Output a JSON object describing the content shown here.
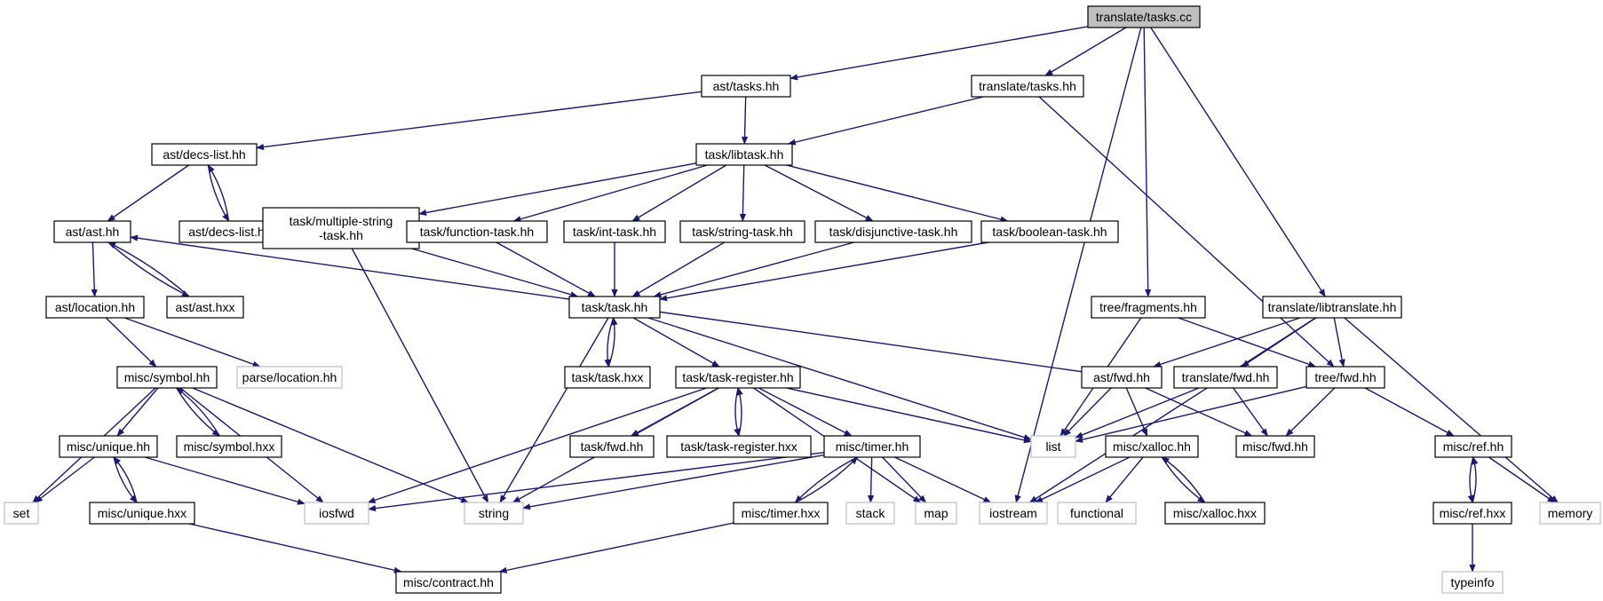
{
  "colors": {
    "edge": "#191970",
    "node_border": "#000000",
    "external_border": "#bfbfbf",
    "root_fill": "#bfbfbf",
    "node_fill": "#ffffff"
  },
  "nodes": [
    {
      "id": "n_root",
      "label": "translate/tasks.cc",
      "kind": "root"
    },
    {
      "id": "n_ast_tasks",
      "label": "ast/tasks.hh",
      "kind": "internal"
    },
    {
      "id": "n_tr_tasks",
      "label": "translate/tasks.hh",
      "kind": "internal"
    },
    {
      "id": "n_decs_list",
      "label": "ast/decs-list.hh",
      "kind": "internal"
    },
    {
      "id": "n_libtask",
      "label": "task/libtask.hh",
      "kind": "internal"
    },
    {
      "id": "n_ast_hh",
      "label": "ast/ast.hh",
      "kind": "internal"
    },
    {
      "id": "n_decs_hxx",
      "label": "ast/decs-list.hxx",
      "kind": "internal"
    },
    {
      "id": "n_multi",
      "label": "task/multiple-string\n-task.hh",
      "kind": "internal"
    },
    {
      "id": "n_func",
      "label": "task/function-task.hh",
      "kind": "internal"
    },
    {
      "id": "n_int",
      "label": "task/int-task.hh",
      "kind": "internal"
    },
    {
      "id": "n_string_task",
      "label": "task/string-task.hh",
      "kind": "internal"
    },
    {
      "id": "n_disj",
      "label": "task/disjunctive-task.hh",
      "kind": "internal"
    },
    {
      "id": "n_bool",
      "label": "task/boolean-task.hh",
      "kind": "internal"
    },
    {
      "id": "n_location",
      "label": "ast/location.hh",
      "kind": "internal"
    },
    {
      "id": "n_ast_hxx",
      "label": "ast/ast.hxx",
      "kind": "internal"
    },
    {
      "id": "n_task_hh",
      "label": "task/task.hh",
      "kind": "internal"
    },
    {
      "id": "n_fragments",
      "label": "tree/fragments.hh",
      "kind": "internal"
    },
    {
      "id": "n_libtranslate",
      "label": "translate/libtranslate.hh",
      "kind": "internal"
    },
    {
      "id": "n_symbol",
      "label": "misc/symbol.hh",
      "kind": "internal"
    },
    {
      "id": "n_parse_loc",
      "label": "parse/location.hh",
      "kind": "external"
    },
    {
      "id": "n_task_hxx",
      "label": "task/task.hxx",
      "kind": "internal"
    },
    {
      "id": "n_task_reg",
      "label": "task/task-register.hh",
      "kind": "internal"
    },
    {
      "id": "n_ast_fwd",
      "label": "ast/fwd.hh",
      "kind": "internal"
    },
    {
      "id": "n_tr_fwd",
      "label": "translate/fwd.hh",
      "kind": "internal"
    },
    {
      "id": "n_tree_fwd",
      "label": "tree/fwd.hh",
      "kind": "internal"
    },
    {
      "id": "n_unique",
      "label": "misc/unique.hh",
      "kind": "internal"
    },
    {
      "id": "n_symbol_hxx",
      "label": "misc/symbol.hxx",
      "kind": "internal"
    },
    {
      "id": "n_task_fwd",
      "label": "task/fwd.hh",
      "kind": "internal"
    },
    {
      "id": "n_task_reg_hxx",
      "label": "task/task-register.hxx",
      "kind": "internal"
    },
    {
      "id": "n_timer",
      "label": "misc/timer.hh",
      "kind": "internal"
    },
    {
      "id": "n_list",
      "label": "list",
      "kind": "external"
    },
    {
      "id": "n_xalloc",
      "label": "misc/xalloc.hh",
      "kind": "internal"
    },
    {
      "id": "n_misc_fwd",
      "label": "misc/fwd.hh",
      "kind": "internal"
    },
    {
      "id": "n_ref",
      "label": "misc/ref.hh",
      "kind": "internal"
    },
    {
      "id": "n_set",
      "label": "set",
      "kind": "external"
    },
    {
      "id": "n_unique_hxx",
      "label": "misc/unique.hxx",
      "kind": "internal"
    },
    {
      "id": "n_iosfwd",
      "label": "iosfwd",
      "kind": "external"
    },
    {
      "id": "n_string",
      "label": "string",
      "kind": "external"
    },
    {
      "id": "n_timer_hxx",
      "label": "misc/timer.hxx",
      "kind": "internal"
    },
    {
      "id": "n_stack",
      "label": "stack",
      "kind": "external"
    },
    {
      "id": "n_map",
      "label": "map",
      "kind": "external"
    },
    {
      "id": "n_iostream",
      "label": "iostream",
      "kind": "external"
    },
    {
      "id": "n_functional",
      "label": "functional",
      "kind": "external"
    },
    {
      "id": "n_xalloc_hxx",
      "label": "misc/xalloc.hxx",
      "kind": "internal"
    },
    {
      "id": "n_ref_hxx",
      "label": "misc/ref.hxx",
      "kind": "internal"
    },
    {
      "id": "n_memory",
      "label": "memory",
      "kind": "external"
    },
    {
      "id": "n_contract",
      "label": "misc/contract.hh",
      "kind": "internal"
    },
    {
      "id": "n_typeinfo",
      "label": "typeinfo",
      "kind": "external"
    }
  ],
  "edges": [
    [
      "n_root",
      "n_ast_tasks"
    ],
    [
      "n_root",
      "n_tr_tasks"
    ],
    [
      "n_root",
      "n_iostream"
    ],
    [
      "n_root",
      "n_fragments"
    ],
    [
      "n_root",
      "n_libtranslate"
    ],
    [
      "n_ast_tasks",
      "n_decs_list"
    ],
    [
      "n_ast_tasks",
      "n_libtask"
    ],
    [
      "n_tr_tasks",
      "n_libtask"
    ],
    [
      "n_tr_tasks",
      "n_tree_fwd"
    ],
    [
      "n_decs_list",
      "n_ast_hh"
    ],
    [
      "n_decs_list",
      "n_decs_hxx"
    ],
    [
      "n_decs_hxx",
      "n_decs_list"
    ],
    [
      "n_libtask",
      "n_multi"
    ],
    [
      "n_libtask",
      "n_func"
    ],
    [
      "n_libtask",
      "n_int"
    ],
    [
      "n_libtask",
      "n_string_task"
    ],
    [
      "n_libtask",
      "n_disj"
    ],
    [
      "n_libtask",
      "n_bool"
    ],
    [
      "n_ast_hh",
      "n_location"
    ],
    [
      "n_ast_hh",
      "n_ast_hxx"
    ],
    [
      "n_ast_hxx",
      "n_ast_hh"
    ],
    [
      "n_ast_tasks",
      "n_decs_list"
    ],
    [
      "n_multi",
      "n_task_hh"
    ],
    [
      "n_multi",
      "n_string"
    ],
    [
      "n_func",
      "n_task_hh"
    ],
    [
      "n_int",
      "n_task_hh"
    ],
    [
      "n_string_task",
      "n_task_hh"
    ],
    [
      "n_disj",
      "n_task_hh"
    ],
    [
      "n_bool",
      "n_task_hh"
    ],
    [
      "n_location",
      "n_symbol"
    ],
    [
      "n_location",
      "n_parse_loc"
    ],
    [
      "n_task_hh",
      "n_task_hxx"
    ],
    [
      "n_task_hxx",
      "n_task_hh"
    ],
    [
      "n_task_hh",
      "n_task_reg"
    ],
    [
      "n_task_hh",
      "n_string"
    ],
    [
      "n_task_hh",
      "n_list"
    ],
    [
      "n_ast_fwd",
      "n_ast_hh"
    ],
    [
      "n_fragments",
      "n_list"
    ],
    [
      "n_fragments",
      "n_tree_fwd"
    ],
    [
      "n_libtranslate",
      "n_ast_fwd"
    ],
    [
      "n_libtranslate",
      "n_tr_fwd"
    ],
    [
      "n_libtranslate",
      "n_tree_fwd"
    ],
    [
      "n_libtranslate",
      "n_iostream"
    ],
    [
      "n_libtranslate",
      "n_memory"
    ],
    [
      "n_symbol",
      "n_unique"
    ],
    [
      "n_symbol",
      "n_symbol_hxx"
    ],
    [
      "n_symbol_hxx",
      "n_symbol"
    ],
    [
      "n_symbol",
      "n_set"
    ],
    [
      "n_symbol",
      "n_iosfwd"
    ],
    [
      "n_symbol",
      "n_string"
    ],
    [
      "n_task_reg",
      "n_task_fwd"
    ],
    [
      "n_task_reg",
      "n_task_reg_hxx"
    ],
    [
      "n_task_reg_hxx",
      "n_task_reg"
    ],
    [
      "n_task_reg",
      "n_timer"
    ],
    [
      "n_task_reg",
      "n_iosfwd"
    ],
    [
      "n_task_reg",
      "n_string"
    ],
    [
      "n_task_reg",
      "n_list"
    ],
    [
      "n_task_reg",
      "n_map"
    ],
    [
      "n_ast_fwd",
      "n_list"
    ],
    [
      "n_ast_fwd",
      "n_xalloc"
    ],
    [
      "n_ast_fwd",
      "n_misc_fwd"
    ],
    [
      "n_tr_fwd",
      "n_list"
    ],
    [
      "n_tr_fwd",
      "n_misc_fwd"
    ],
    [
      "n_tree_fwd",
      "n_list"
    ],
    [
      "n_tree_fwd",
      "n_misc_fwd"
    ],
    [
      "n_tree_fwd",
      "n_ref"
    ],
    [
      "n_unique",
      "n_set"
    ],
    [
      "n_unique",
      "n_unique_hxx"
    ],
    [
      "n_unique_hxx",
      "n_unique"
    ],
    [
      "n_unique",
      "n_iosfwd"
    ],
    [
      "n_unique_hxx",
      "n_contract"
    ],
    [
      "n_timer",
      "n_iosfwd"
    ],
    [
      "n_timer",
      "n_string"
    ],
    [
      "n_timer",
      "n_timer_hxx"
    ],
    [
      "n_timer_hxx",
      "n_timer"
    ],
    [
      "n_timer",
      "n_stack"
    ],
    [
      "n_timer",
      "n_map"
    ],
    [
      "n_timer",
      "n_iostream"
    ],
    [
      "n_timer_hxx",
      "n_contract"
    ],
    [
      "n_xalloc",
      "n_iostream"
    ],
    [
      "n_xalloc",
      "n_functional"
    ],
    [
      "n_xalloc",
      "n_xalloc_hxx"
    ],
    [
      "n_xalloc_hxx",
      "n_xalloc"
    ],
    [
      "n_ref",
      "n_ref_hxx"
    ],
    [
      "n_ref_hxx",
      "n_ref"
    ],
    [
      "n_ref",
      "n_memory"
    ],
    [
      "n_ref_hxx",
      "n_typeinfo"
    ]
  ]
}
